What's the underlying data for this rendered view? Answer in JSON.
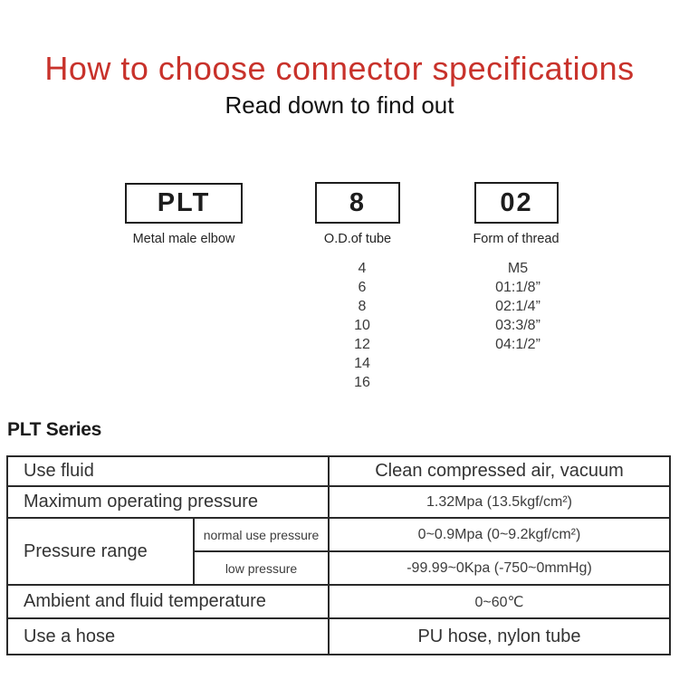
{
  "page": {
    "title": "How to choose connector specifications",
    "subtitle": "Read down to find out"
  },
  "colors": {
    "accent_red": "#c8322b",
    "row_beige": "#f2ecdb",
    "table_border": "#2a2a2a"
  },
  "model_code": {
    "segments": [
      {
        "code": "PLT",
        "label": "Metal male elbow"
      },
      {
        "code": "8",
        "label": "O.D.of tube",
        "options": [
          "4",
          "6",
          "8",
          "10",
          "12",
          "14",
          "16"
        ]
      },
      {
        "code": "02",
        "label": "Form of thread",
        "options": [
          "M5",
          "01:1/8”",
          "02:1/4”",
          "03:3/8”",
          "04:1/2”"
        ]
      }
    ]
  },
  "series_heading": "PLT Series",
  "spec_table": {
    "use_fluid": {
      "label": "Use fluid",
      "value": "Clean compressed air, vacuum"
    },
    "max_pressure": {
      "label": "Maximum operating pressure",
      "value": "1.32Mpa (13.5kgf/cm²)"
    },
    "pressure_range": {
      "label": "Pressure range",
      "normal": {
        "label": "normal use pressure",
        "value": "0~0.9Mpa (0~9.2kgf/cm²)"
      },
      "low": {
        "label": "low pressure",
        "value": "-99.99~0Kpa (-750~0mmHg)"
      }
    },
    "temperature": {
      "label": "Ambient and fluid temperature",
      "value": "0~60℃"
    },
    "hose": {
      "label": "Use a hose",
      "value": "PU hose, nylon tube"
    }
  }
}
